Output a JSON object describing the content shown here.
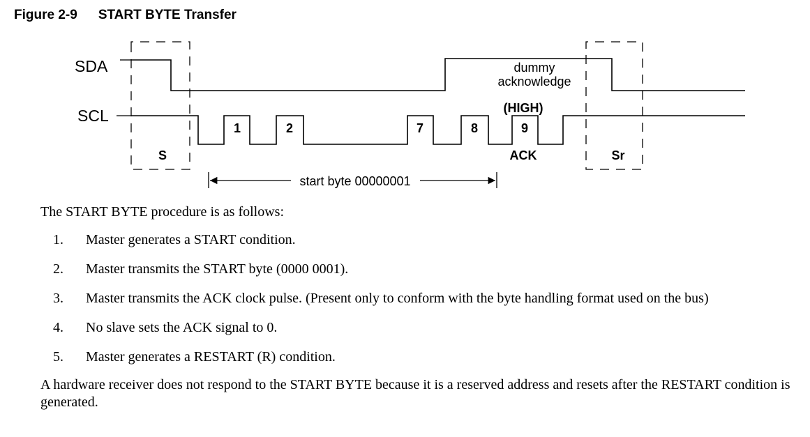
{
  "figure": {
    "number": "Figure 2-9",
    "title": "START BYTE Transfer"
  },
  "diagram": {
    "sda_label": "SDA",
    "scl_label": "SCL",
    "start_label": "S",
    "restart_label": "Sr",
    "clock_pulses": [
      "1",
      "2",
      "7",
      "8",
      "9"
    ],
    "dummy_ack_line1": "dummy",
    "dummy_ack_line2": "acknowledge",
    "high_label": "(HIGH)",
    "ack_label": "ACK",
    "span_label": "start byte 00000001"
  },
  "text": {
    "intro": "The START BYTE procedure is as follows:",
    "steps": [
      {
        "num": "1.",
        "text": "Master generates a START condition."
      },
      {
        "num": "2.",
        "text": "Master transmits the START byte (0000 0001)."
      },
      {
        "num": "3.",
        "text": "Master transmits the ACK clock pulse. (Present only to conform with the byte handling format used on the bus)"
      },
      {
        "num": "4.",
        "text": "No slave sets the ACK signal to 0."
      },
      {
        "num": "5.",
        "text": "Master generates a RESTART (R) condition."
      }
    ],
    "outro": "A hardware receiver does not respond to the START BYTE because it is a reserved address and resets after the RESTART condition is generated."
  }
}
